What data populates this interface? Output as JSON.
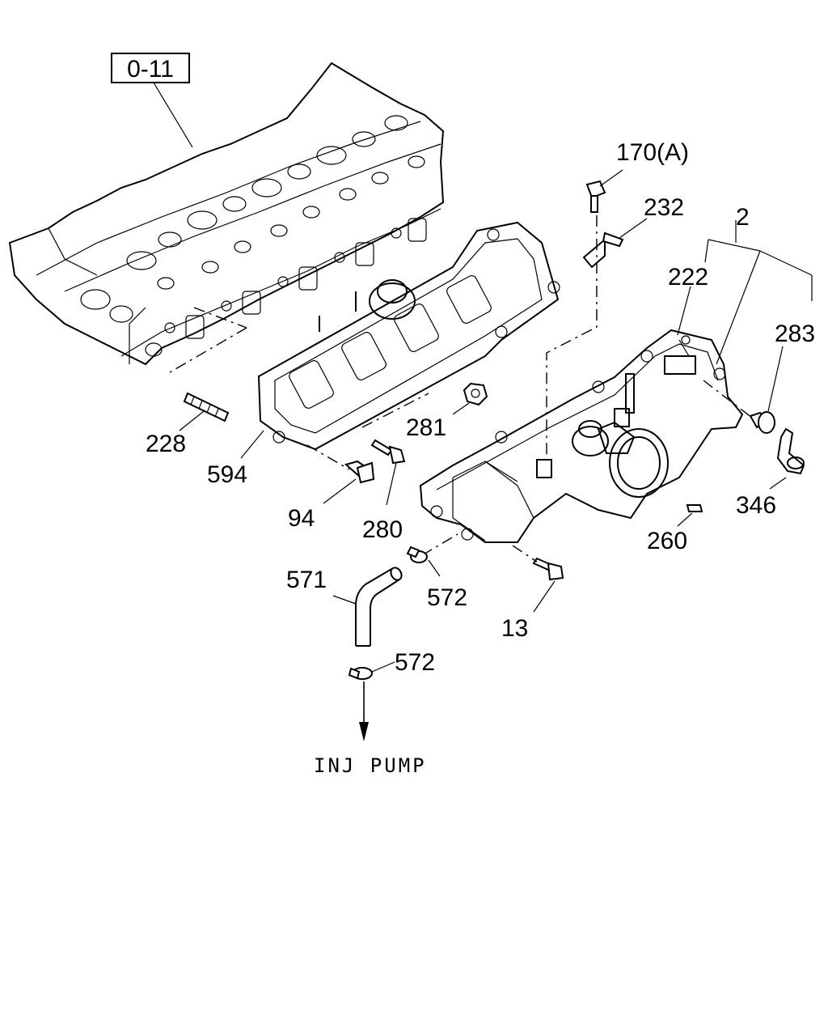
{
  "reference_box": "0-11",
  "callouts": {
    "c170": "170(A)",
    "c232": "232",
    "c2": "2",
    "c222": "222",
    "c283": "283",
    "c228": "228",
    "c594": "594",
    "c281": "281",
    "c94": "94",
    "c280": "280",
    "c346": "346",
    "c260": "260",
    "c571": "571",
    "c572a": "572",
    "c572b": "572",
    "c13": "13"
  },
  "destination": "INJ PUMP"
}
